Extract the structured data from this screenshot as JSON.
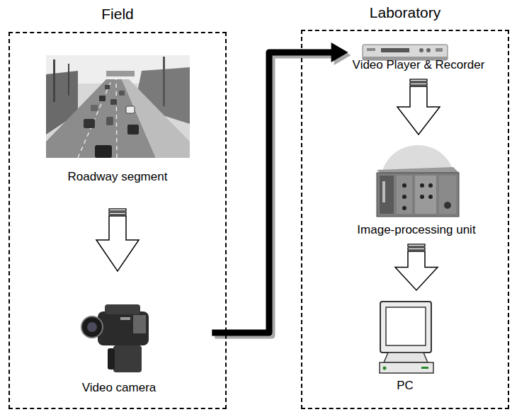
{
  "diagram": {
    "nodes": [
      {
        "text": [
          "Field"
        ]
      },
      {
        "text": [
          "Roadway segment"
        ],
        "in": 0
      },
      {
        "text": [
          "Video camera"
        ],
        "in": 0
      },
      {
        "text": [
          "Laboratory"
        ]
      },
      {
        "text": [
          "Video Player & Recorder"
        ],
        "in": 3
      },
      {
        "text": [
          "Image-processing unit"
        ],
        "in": 3
      },
      {
        "text": [
          "PC"
        ],
        "in": 3
      }
    ],
    "edges": [
      {
        "from": 1,
        "to": 2,
        "arrow": "to"
      },
      {
        "from": 2,
        "to": 4,
        "arrow": "to"
      },
      {
        "from": 4,
        "to": 5,
        "arrow": "to"
      },
      {
        "from": 5,
        "to": 6,
        "arrow": "to"
      }
    ]
  }
}
